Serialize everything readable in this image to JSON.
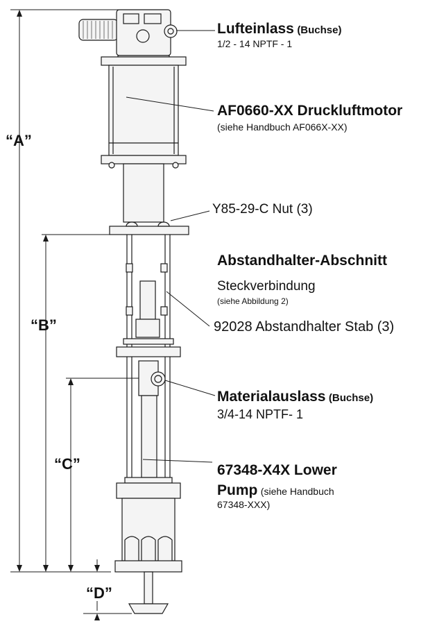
{
  "dimensions": {
    "a": "“A”",
    "b": "“B”",
    "c": "“C”",
    "d": "“D”"
  },
  "callouts": {
    "air_inlet": {
      "title": "Lufteinlass",
      "title_suffix": "(Buchse)",
      "spec": "1/2 - 14 NPTF - 1"
    },
    "air_motor": {
      "title": "AF0660-XX Druckluftmotor",
      "note": "(siehe Handbuch AF066X-XX)"
    },
    "nut": {
      "title": "Y85-29-C Nut (3)"
    },
    "spacer_section": {
      "title": "Abstandhalter-Abschnitt"
    },
    "coupling": {
      "title": "Steckverbindung",
      "note": "(siehe Abbildung 2)"
    },
    "spacer_rod": {
      "title": "92028 Abstandhalter Stab (3)"
    },
    "material_outlet": {
      "title": "Materialauslass",
      "title_suffix": "(Buchse)",
      "spec": "3/4-14 NPTF- 1"
    },
    "lower_pump": {
      "title_line1": "67348-X4X Lower",
      "title_line2": "Pump",
      "note_inline": "(siehe Handbuch",
      "note_line2": "67348-XXX)"
    }
  },
  "colors": {
    "line": "#1a1a1a",
    "fill_light": "#f4f4f4",
    "fill_mid": "#d9d9d9"
  }
}
